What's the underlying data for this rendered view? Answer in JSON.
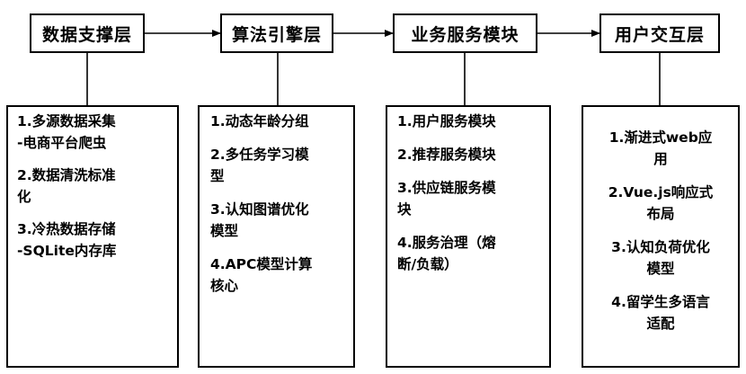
{
  "layers": [
    {
      "title": "数据支撑层"
    },
    {
      "title": "算法引擎层"
    },
    {
      "title": "业务服务模块"
    },
    {
      "title": "用户交互层"
    }
  ],
  "details": [
    {
      "items": [
        "1.多源数据采集\n-电商平台爬虫",
        "2.数据清洗标准\n化",
        "3.冷热数据存储\n-SQLite内存库"
      ]
    },
    {
      "items": [
        "1.动态年龄分组",
        "2.多任务学习模\n型",
        "3.认知图谱优化\n模型",
        "4.APC模型计算\n核心"
      ]
    },
    {
      "items": [
        "1.用户服务模块",
        "2.推荐服务模块",
        "3.供应链服务模\n块",
        "4.服务治理（熔\n断/负载）"
      ]
    },
    {
      "items": [
        "1.渐进式web应\n用",
        "2.Vue.js响应式\n布局",
        "3.认知负荷优化\n模型",
        "4.留学生多语言\n适配"
      ]
    }
  ]
}
